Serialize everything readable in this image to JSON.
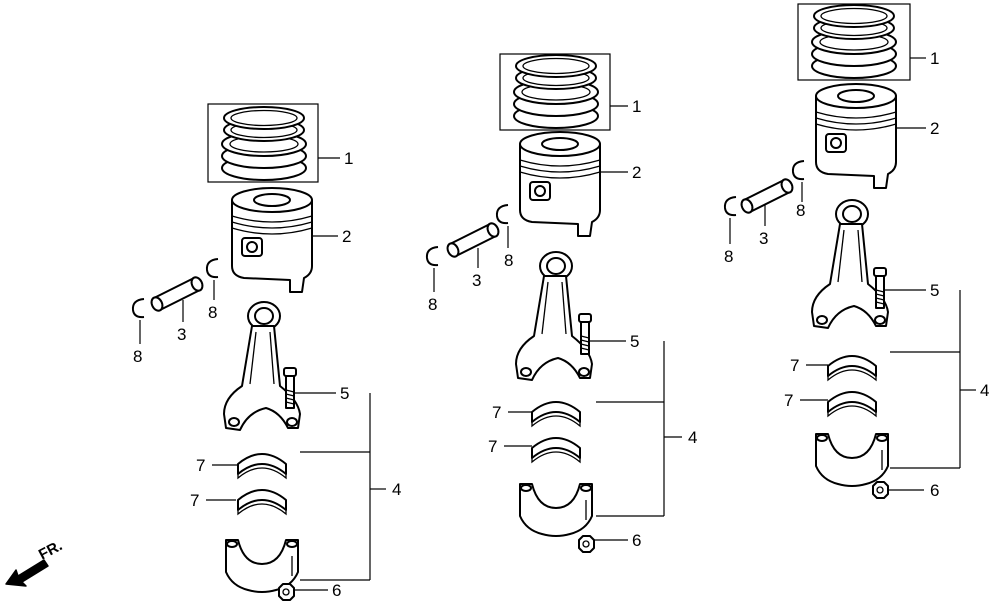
{
  "labels": {
    "ring": "1",
    "piston": "2",
    "pin": "3",
    "rod": "4",
    "bolt": "5",
    "nut": "6",
    "bearing": "7",
    "clip": "8"
  },
  "direction": "FR.",
  "colors": {
    "line": "#000000",
    "background": "#ffffff"
  }
}
